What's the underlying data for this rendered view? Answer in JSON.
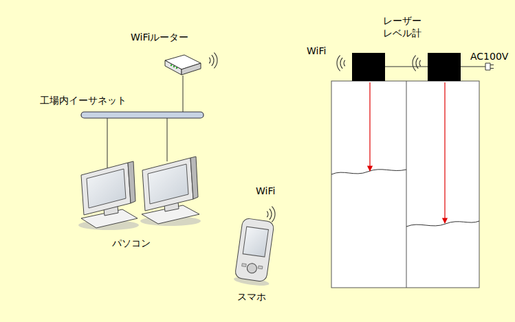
{
  "diagram": {
    "labels": [
      "レーザー レベル計",
      "WiFiルーター",
      "WiFi",
      "AC100V",
      "工場内イーサネット",
      "WiFi",
      "パソコン",
      "スマホ"
    ]
  }
}
